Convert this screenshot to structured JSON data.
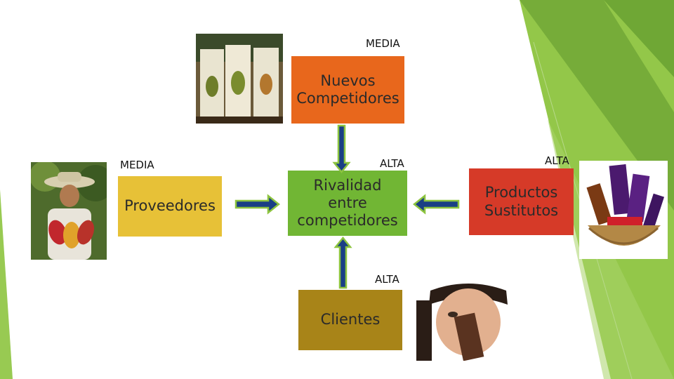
{
  "forces": {
    "nuevos": {
      "label": "Nuevos\nCompetidores",
      "level": "MEDIA",
      "color": "#e8671c"
    },
    "proveedores": {
      "label": "Proveedores",
      "level": "MEDIA",
      "color": "#e7c137"
    },
    "rivalidad": {
      "label": "Rivalidad\nentre\ncompetidores",
      "level": "ALTA",
      "color": "#71b634"
    },
    "sustitutos": {
      "label": "Productos\nSustitutos",
      "level": "ALTA",
      "color": "#d63a28"
    },
    "clientes": {
      "label": "Clientes",
      "level": "ALTA",
      "color": "#a88418"
    }
  },
  "arrow_color": "#1a3f85",
  "accent_green": "#8dc43f"
}
